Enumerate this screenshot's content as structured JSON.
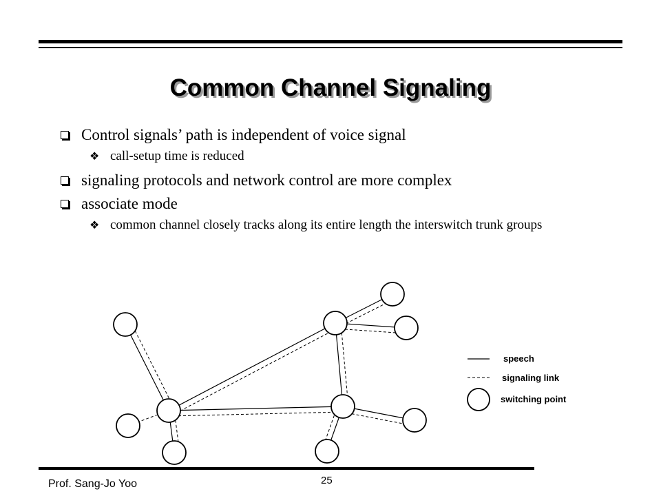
{
  "slide": {
    "title": "Common Channel Signaling",
    "bullets": [
      {
        "text": "Control signals’ path is independent of voice signal",
        "sub": [
          "call-setup time is reduced"
        ]
      },
      {
        "text": "signaling protocols and network control are more complex",
        "sub": []
      },
      {
        "text": "associate mode",
        "sub": [
          "common channel closely tracks along its entire length the interswitch trunk groups"
        ]
      }
    ]
  },
  "legend": {
    "speech": "speech",
    "signaling": "signaling link",
    "switching": "switching point"
  },
  "footer": {
    "author": "Prof. Sang-Jo Yoo",
    "page": "25"
  }
}
